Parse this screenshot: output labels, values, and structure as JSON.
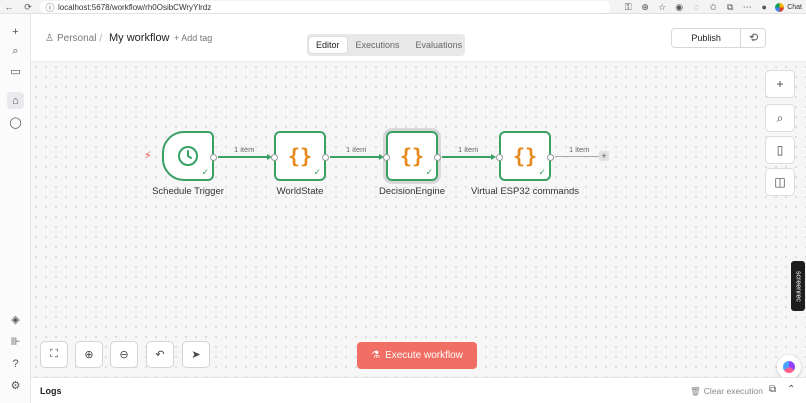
{
  "browser": {
    "url": "localhost:5678/workflow/rh0OsibCWryYlrdz",
    "chat_label": "Chat"
  },
  "header": {
    "project": "Personal",
    "workflow_name": "My workflow",
    "add_tag": "+ Add tag",
    "tabs": [
      {
        "label": "Editor",
        "active": true
      },
      {
        "label": "Executions",
        "active": false
      },
      {
        "label": "Evaluations",
        "active": false
      }
    ],
    "publish_label": "Publish"
  },
  "nodes": [
    {
      "label": "Schedule Trigger",
      "icon": "clock-icon",
      "kind": "trigger"
    },
    {
      "label": "WorldState",
      "icon": "code-braces-icon",
      "kind": "code"
    },
    {
      "label": "DecisionEngine",
      "icon": "code-braces-icon",
      "kind": "code"
    },
    {
      "label": "Virtual ESP32 commands",
      "icon": "code-braces-icon",
      "kind": "code"
    }
  ],
  "connections": [
    {
      "label": "1 item"
    },
    {
      "label": "1 item"
    },
    {
      "label": "1 item"
    },
    {
      "label": "1 item"
    }
  ],
  "canvas": {
    "execute_label": "Execute workflow",
    "screenrec_label": "screenrec"
  },
  "logs": {
    "title": "Logs",
    "clear_label": "Clear execution"
  },
  "colors": {
    "accent": "#f06e63",
    "success": "#38a063",
    "code_icon": "#e6891e"
  }
}
